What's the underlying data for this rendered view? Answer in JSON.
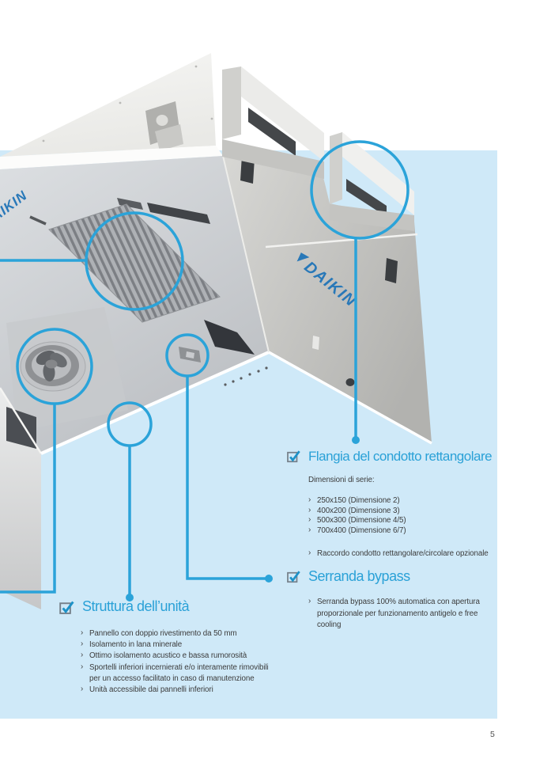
{
  "page": {
    "number": "5",
    "background_color": "#cfe9f8",
    "accent_color": "#2aa1d7"
  },
  "brand": {
    "logo_text": "DAIKIN"
  },
  "image": {
    "description": "heat-recovery-ventilation-unit-seen-from-below",
    "callouts": [
      "duct-flange",
      "filter-grille",
      "fan",
      "lower-panel",
      "bypass-damper"
    ]
  },
  "sections": {
    "flangia": {
      "title": "Flangia del condotto rettangolare",
      "subtitle": "Dimensioni di serie:",
      "items": [
        "250x150 (Dimensione 2)",
        "400x200 (Dimensione 3)",
        "500x300 (Dimensione 4/5)",
        "700x400 (Dimensione 6/7)"
      ],
      "note_items": [
        "Raccordo condotto rettangolare/circolare opzionale"
      ]
    },
    "serranda": {
      "title": "Serranda bypass",
      "items": [
        "Serranda bypass 100% automatica con apertura proporzionale per funzionamento antigelo e free cooling"
      ]
    },
    "struttura": {
      "title": "Struttura dell’unità",
      "items": [
        "Pannello con doppio rivestimento da 50 mm",
        "Isolamento in lana minerale",
        "Ottimo isolamento acustico e bassa rumorosità",
        "Sportelli inferiori incernierati e/o interamente rimovibili per un accesso facilitato in caso di manutenzione",
        "Unità accessibile dai pannelli inferiori"
      ]
    }
  }
}
